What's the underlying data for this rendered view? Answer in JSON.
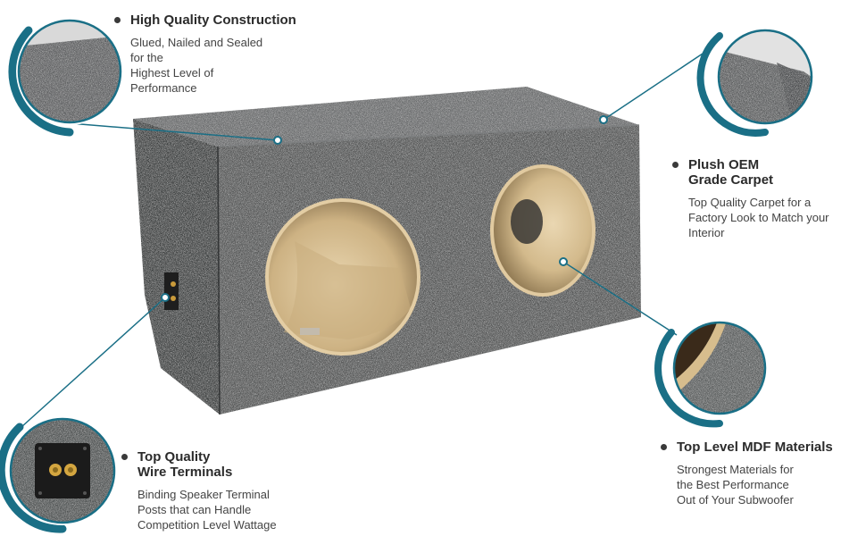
{
  "colors": {
    "accent": "#1a6f86",
    "carpet": "#5b5d5e",
    "mdf": "#d8bf95",
    "text": "#2b2b2b"
  },
  "features": [
    {
      "title_lines": [
        "High Quality Construction"
      ],
      "desc_lines": [
        "Glued, Nailed and Sealed",
        "for the",
        "Highest Level of",
        "Performance"
      ]
    },
    {
      "title_lines": [
        "Plush OEM",
        "Grade Carpet"
      ],
      "desc_lines": [
        "Top Quality Carpet for a",
        "Factory Look to Match your",
        "Interior"
      ]
    },
    {
      "title_lines": [
        "Top Level MDF Materials"
      ],
      "desc_lines": [
        "Strongest Materials for",
        "the Best Performance",
        "Out of  Your Subwoofer"
      ]
    },
    {
      "title_lines": [
        "Top Quality",
        "Wire Terminals"
      ],
      "desc_lines": [
        "Binding Speaker Terminal",
        "Posts that can Handle",
        "Competition Level Wattage"
      ]
    }
  ]
}
